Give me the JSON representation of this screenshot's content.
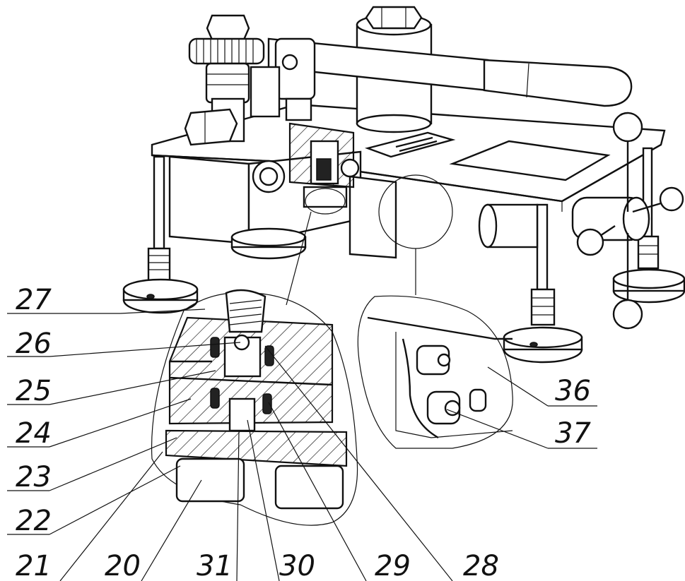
{
  "labels": {
    "l27": "27",
    "l26": "26",
    "l25": "25",
    "l24": "24",
    "l23": "23",
    "l22": "22",
    "l21": "21",
    "l20": "20",
    "l31": "31",
    "l30": "30",
    "l29": "29",
    "l28": "28",
    "l36": "36",
    "l37": "37"
  }
}
